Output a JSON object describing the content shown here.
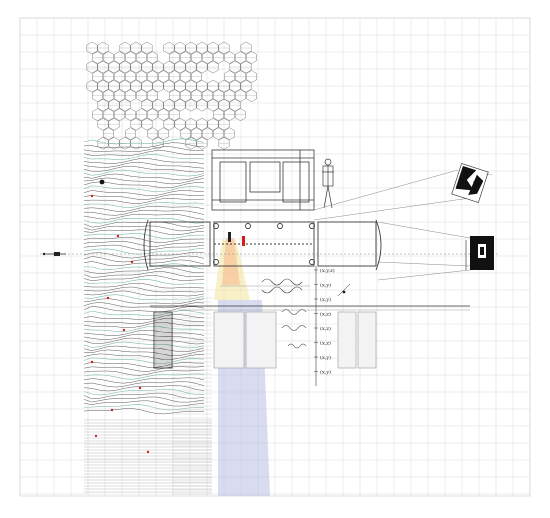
{
  "colors": {
    "background": "#ffffff",
    "grid": "#d9d9d9",
    "line": "#3a3a3a",
    "accent_red": "#d21e1e",
    "contour_teal": "#7fb9b3",
    "beam_blue": "#b9bfe6",
    "beam_yellow": "#f2e59a",
    "beam_orange": "#f6b48a"
  },
  "equations": [
    "(x,y,z)",
    "(x,y)",
    "(x,y)",
    "(x,z)",
    "(x,z)",
    "(x,z)",
    "(x,y)",
    "(x,y)"
  ],
  "icons": {
    "figure": "human-figure-icon",
    "photo": "photograph-icon",
    "screen": "monitor-icon"
  }
}
